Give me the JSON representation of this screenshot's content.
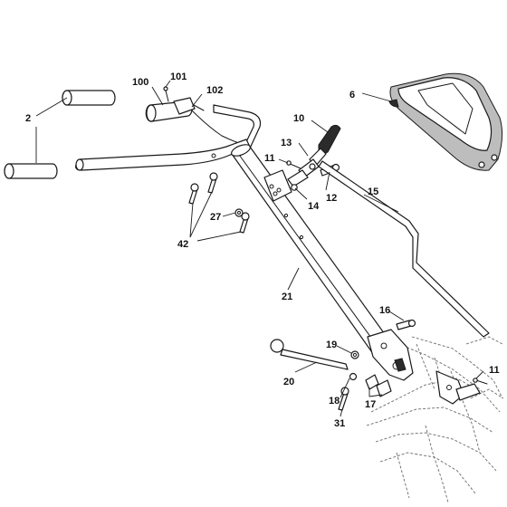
{
  "diagram": {
    "callouts": [
      {
        "id": "c2",
        "text": "2"
      },
      {
        "id": "c100",
        "text": "100"
      },
      {
        "id": "c101",
        "text": "101"
      },
      {
        "id": "c102",
        "text": "102"
      },
      {
        "id": "c6",
        "text": "6"
      },
      {
        "id": "c10",
        "text": "10"
      },
      {
        "id": "c13",
        "text": "13"
      },
      {
        "id": "c11a",
        "text": "11"
      },
      {
        "id": "c14",
        "text": "14"
      },
      {
        "id": "c12",
        "text": "12"
      },
      {
        "id": "c15",
        "text": "15"
      },
      {
        "id": "c27",
        "text": "27"
      },
      {
        "id": "c42",
        "text": "42"
      },
      {
        "id": "c21",
        "text": "21"
      },
      {
        "id": "c16",
        "text": "16"
      },
      {
        "id": "c19",
        "text": "19"
      },
      {
        "id": "c20",
        "text": "20"
      },
      {
        "id": "c18",
        "text": "18"
      },
      {
        "id": "c17",
        "text": "17"
      },
      {
        "id": "c31",
        "text": "31"
      },
      {
        "id": "c11b",
        "text": "11"
      }
    ]
  }
}
